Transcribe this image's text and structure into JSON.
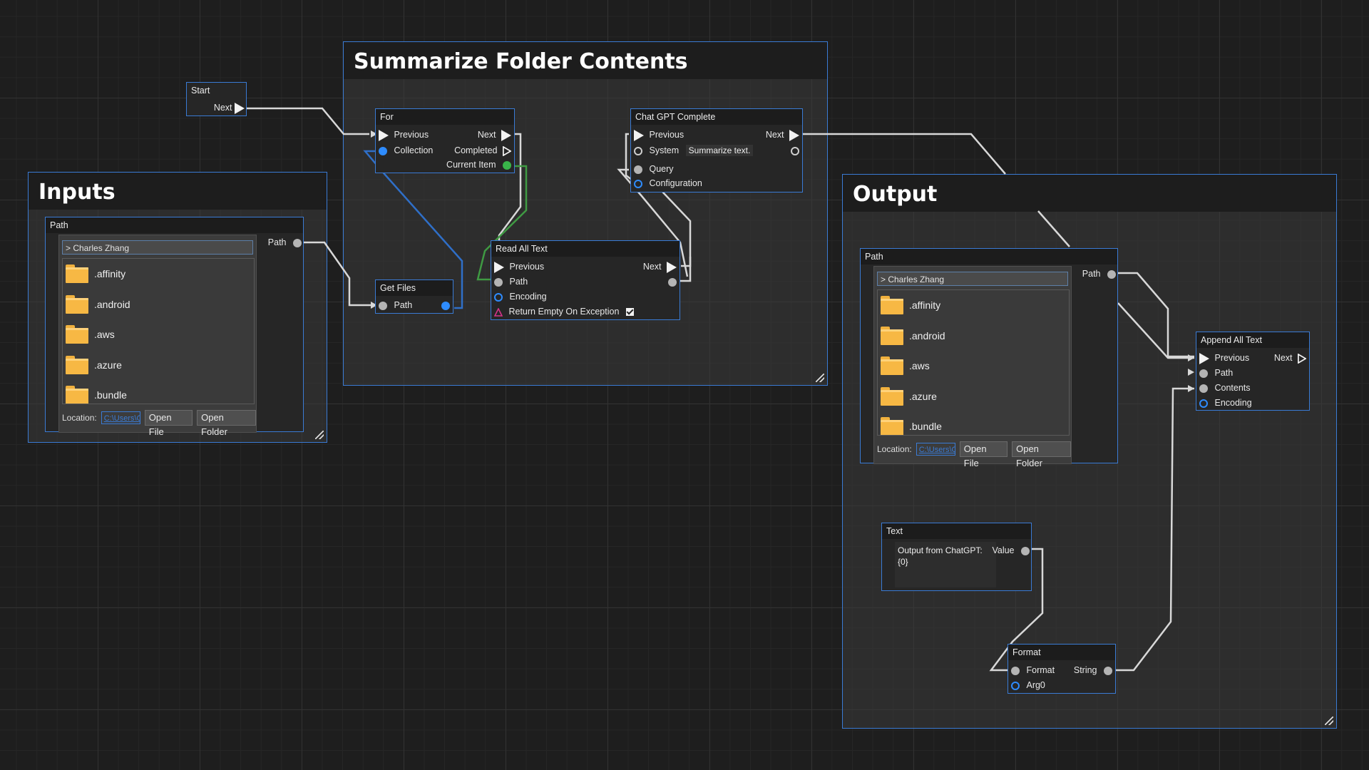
{
  "groups": {
    "summarize": {
      "title": "Summarize Folder Contents"
    },
    "inputs": {
      "title": "Inputs"
    },
    "output": {
      "title": "Output"
    }
  },
  "nodes": {
    "start": {
      "title": "Start",
      "next": "Next"
    },
    "for": {
      "title": "For",
      "previous": "Previous",
      "next": "Next",
      "collection": "Collection",
      "completed": "Completed",
      "current_item": "Current Item"
    },
    "get_files": {
      "title": "Get Files",
      "path": "Path"
    },
    "chatgpt": {
      "title": "Chat GPT Complete",
      "previous": "Previous",
      "next": "Next",
      "system": "System",
      "system_value": "Summarize text.",
      "query": "Query",
      "configuration": "Configuration"
    },
    "read_all_text": {
      "title": "Read All Text",
      "previous": "Previous",
      "next": "Next",
      "path": "Path",
      "encoding": "Encoding",
      "return_empty": "Return Empty On Exception"
    },
    "input_path": {
      "title": "Path",
      "out_label": "Path",
      "breadcrumb": "> Charles Zhang",
      "files": [
        ".affinity",
        ".android",
        ".aws",
        ".azure",
        ".bundle"
      ],
      "location_label": "Location:",
      "location_value": "C:\\Users\\C",
      "open_file": "Open File",
      "open_folder": "Open Folder"
    },
    "output_path": {
      "title": "Path",
      "out_label": "Path",
      "breadcrumb": "> Charles Zhang",
      "files": [
        ".affinity",
        ".android",
        ".aws",
        ".azure",
        ".bundle"
      ],
      "location_label": "Location:",
      "location_value": "C:\\Users\\C",
      "open_file": "Open File",
      "open_folder": "Open Folder"
    },
    "append_all_text": {
      "title": "Append All Text",
      "previous": "Previous",
      "next": "Next",
      "path": "Path",
      "contents": "Contents",
      "encoding": "Encoding"
    },
    "text": {
      "title": "Text",
      "value_label": "Value",
      "content": "Output from ChatGPT:\n{0}"
    },
    "format": {
      "title": "Format",
      "format": "Format",
      "string": "String",
      "arg0": "Arg0"
    }
  },
  "colors": {
    "accent": "#3a7bd5",
    "exec": "#f2f2f2",
    "data_pin": "#b4b4b4",
    "collection_pin": "#2e8cff",
    "item_pin": "#39b54a",
    "folder": "#f7b844"
  }
}
